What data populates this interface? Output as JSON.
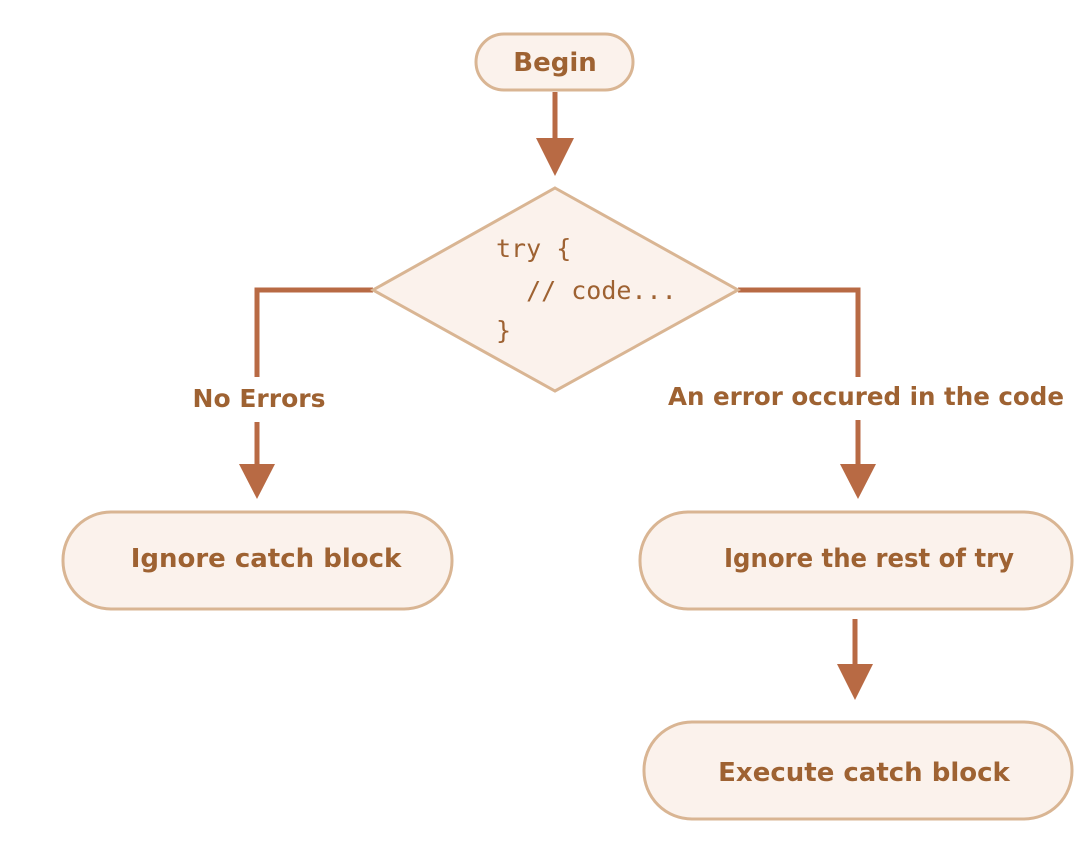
{
  "nodes": {
    "begin": "Begin",
    "decision_code": [
      "try {",
      "  // code...",
      "}"
    ],
    "ignore_catch": "Ignore catch block",
    "ignore_rest": "Ignore the rest of try",
    "execute_catch": "Execute catch block"
  },
  "edge_labels": {
    "no_errors": "No Errors",
    "error_occurred": "An error occured in the code"
  },
  "colors": {
    "node_fill": "#fbf2ec",
    "node_border": "#d9b593",
    "connector": "#b86a44",
    "text": "#9e6232"
  }
}
